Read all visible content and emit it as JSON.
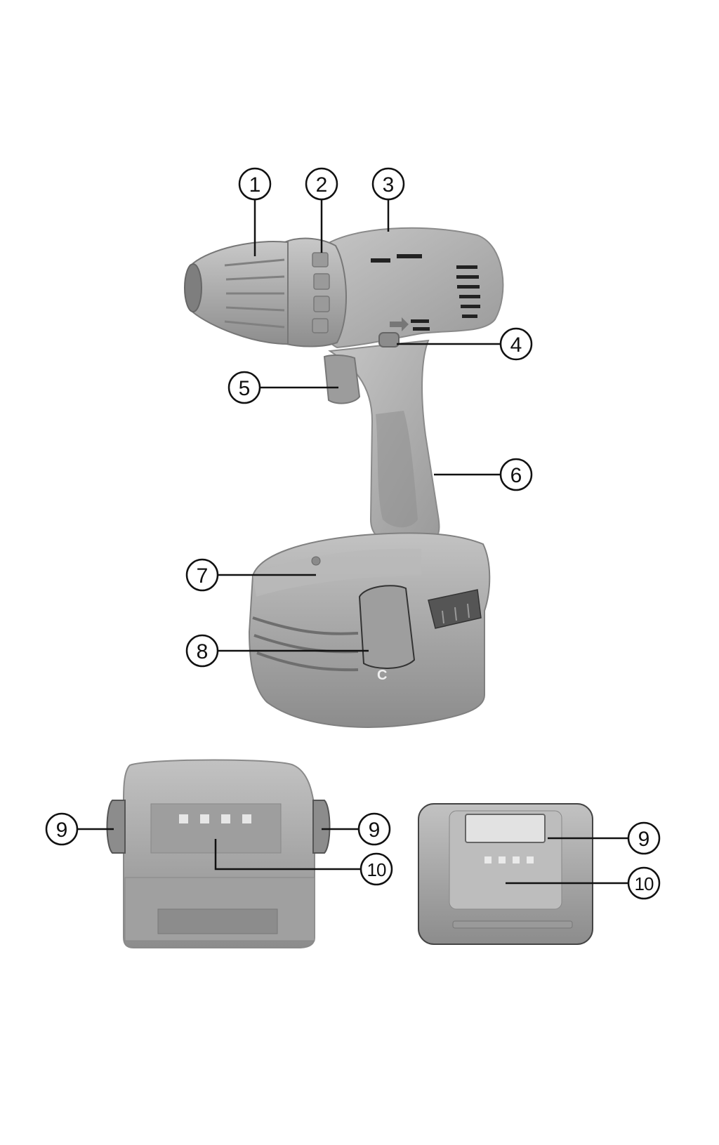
{
  "callouts": {
    "c1": "1",
    "c2": "2",
    "c3": "3",
    "c4": "4",
    "c5": "5",
    "c6": "6",
    "c7": "7",
    "c8": "8",
    "c9a": "9",
    "c9b": "9",
    "c9c": "9",
    "c10a": "10",
    "c10b": "10"
  },
  "battery_marking": "C",
  "colors": {
    "body": "#a9a9a9",
    "body_light": "#c4c4c4",
    "body_dark": "#7a7a7a",
    "line": "#111111"
  }
}
